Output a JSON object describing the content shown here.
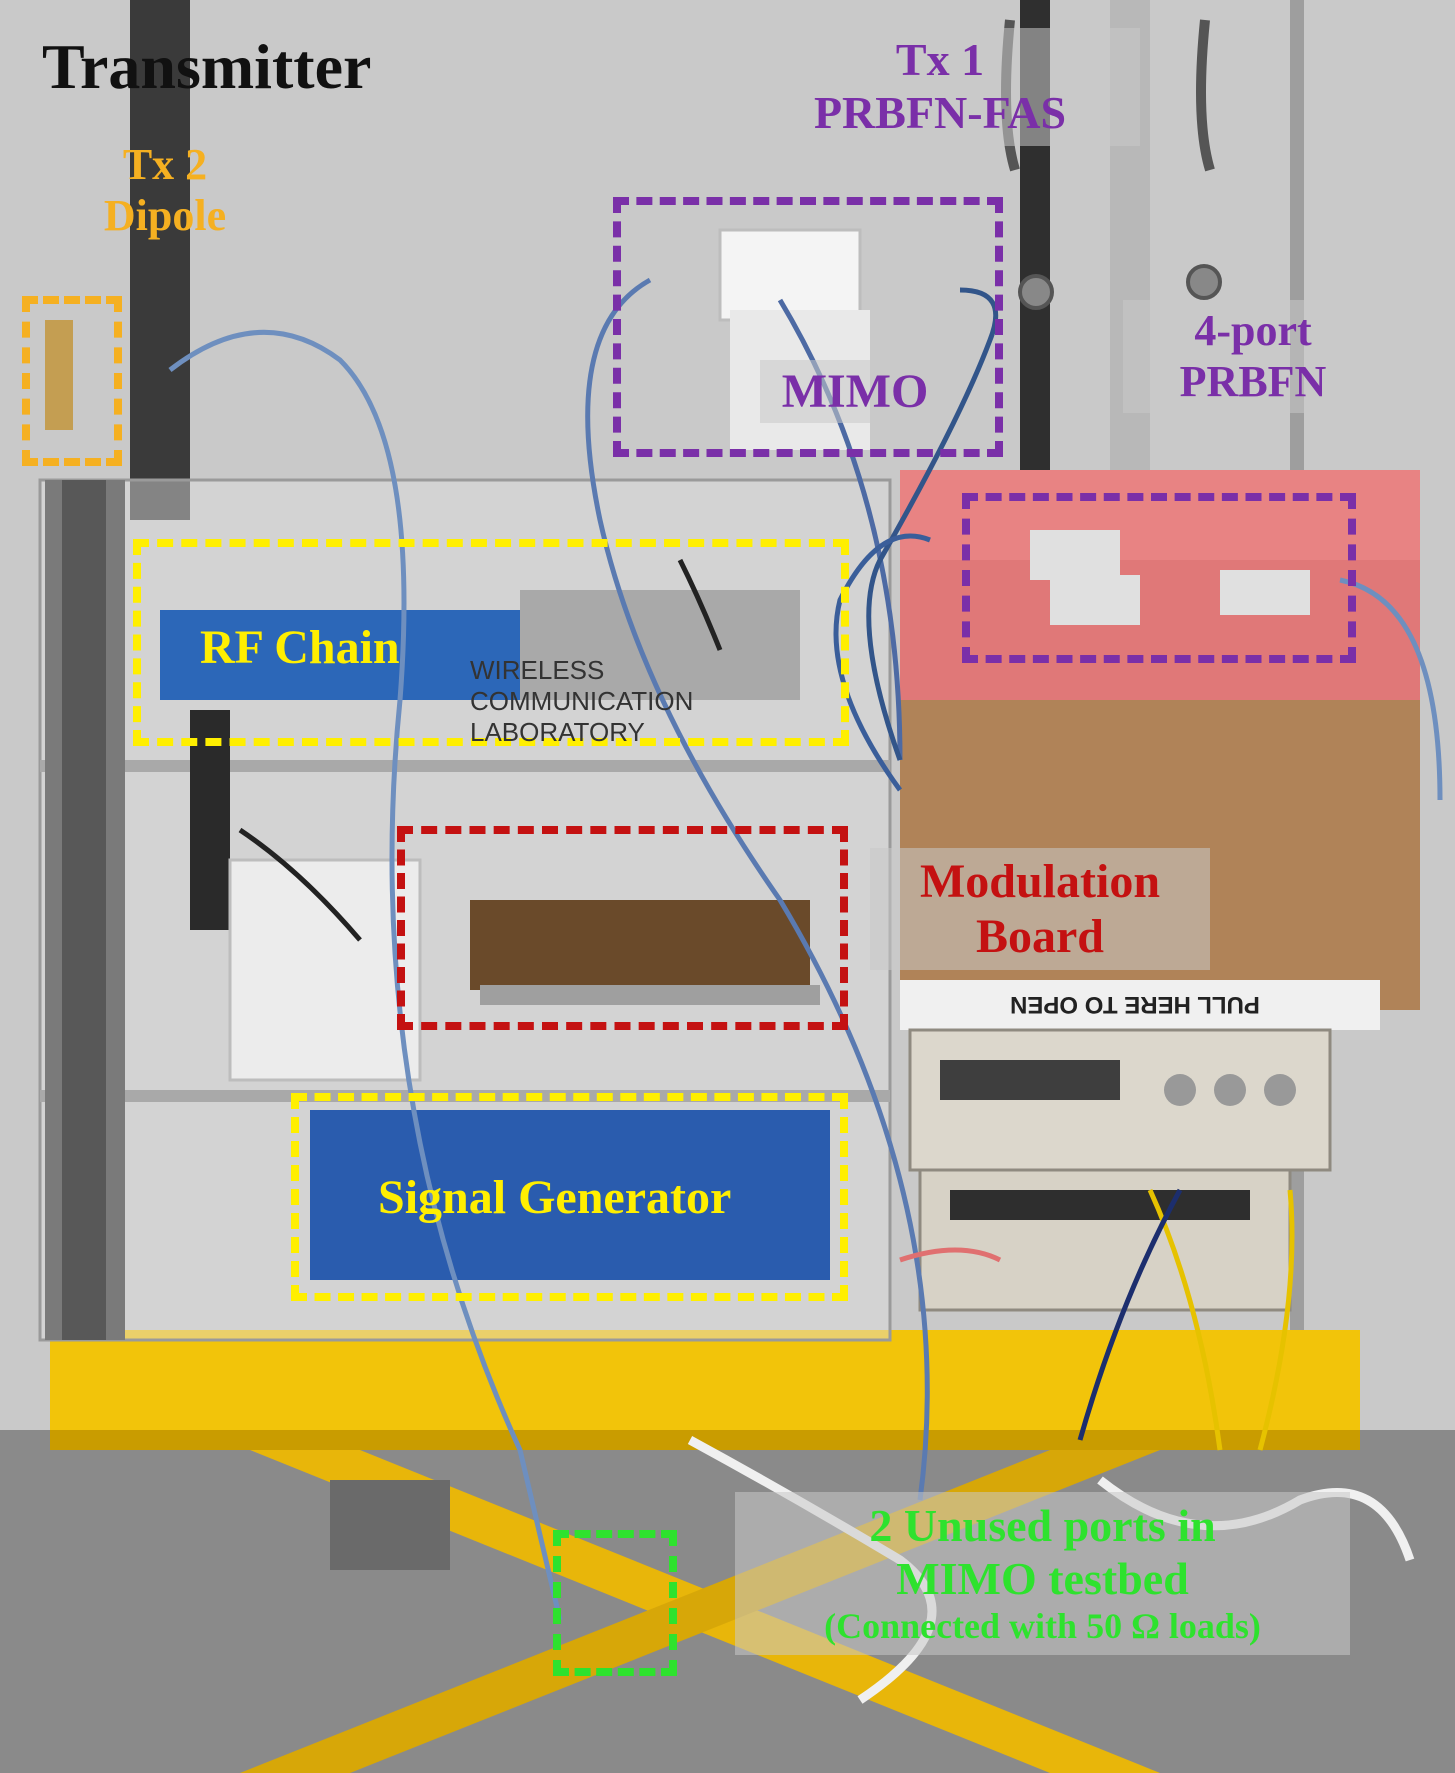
{
  "title": "Transmitter",
  "tx2": {
    "line1": "Tx 2",
    "line2": "Dipole"
  },
  "tx1": {
    "line1": "Tx 1",
    "line2": "PRBFN-FAS"
  },
  "mimo": "MIMO",
  "prbfn": {
    "line1": "4-port",
    "line2": "PRBFN"
  },
  "rf_chain": "RF Chain",
  "modulation": {
    "line1": "Modulation",
    "line2": "Board"
  },
  "signal_generator": "Signal Generator",
  "unused": {
    "line1": "2 Unused ports in",
    "line2": "MIMO testbed",
    "line3": "(Connected with 50 Ω loads)"
  },
  "plate": {
    "line1": "WIRELESS",
    "line2": "COMMUNICATION",
    "line3": "LABORATORY"
  },
  "box_print": "PULL HERE TO OPEN",
  "colors": {
    "tx2": "#f5b021",
    "purple": "#7a2fa8",
    "yellow": "#ffef00",
    "modulation": "#c41111",
    "unused": "#2ee22e",
    "black": "#111111"
  }
}
